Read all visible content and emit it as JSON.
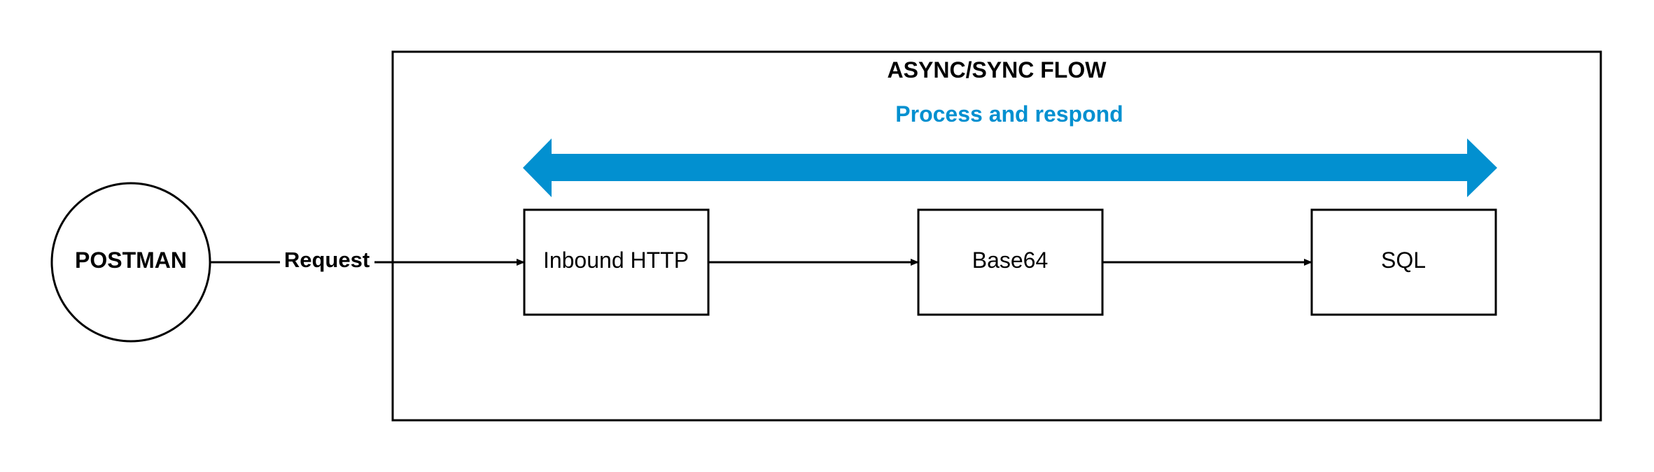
{
  "diagram": {
    "flow_title": "ASYNC/SYNC FLOW",
    "banner_label": "Process and respond",
    "client": "POSTMAN",
    "edge_label": "Request",
    "steps": [
      "Inbound HTTP",
      "Base64",
      "SQL"
    ],
    "colors": {
      "banner": "#0290d0",
      "stroke": "#000000",
      "text": "#000000",
      "background": "#ffffff"
    }
  }
}
